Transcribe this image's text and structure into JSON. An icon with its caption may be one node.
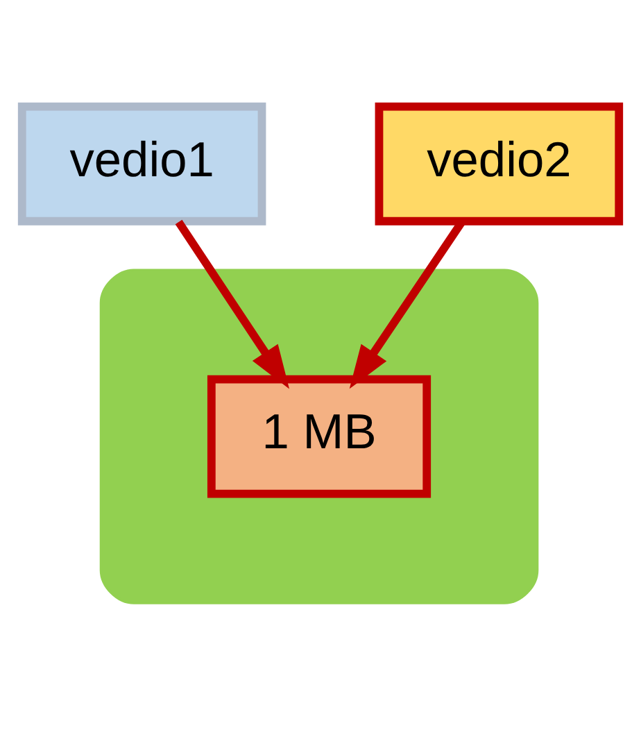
{
  "diagram": {
    "nodes": [
      {
        "text": [
          "vedio1"
        ]
      },
      {
        "text": [
          "vedio2"
        ]
      },
      {
        "text": [],
        "shape": "cylinder"
      },
      {
        "text": [
          "1 MB"
        ],
        "in": 2
      }
    ],
    "edges": [
      {
        "from": 0,
        "to": 3,
        "arrow": "to"
      },
      {
        "from": 1,
        "to": 3,
        "arrow": "to"
      }
    ]
  }
}
